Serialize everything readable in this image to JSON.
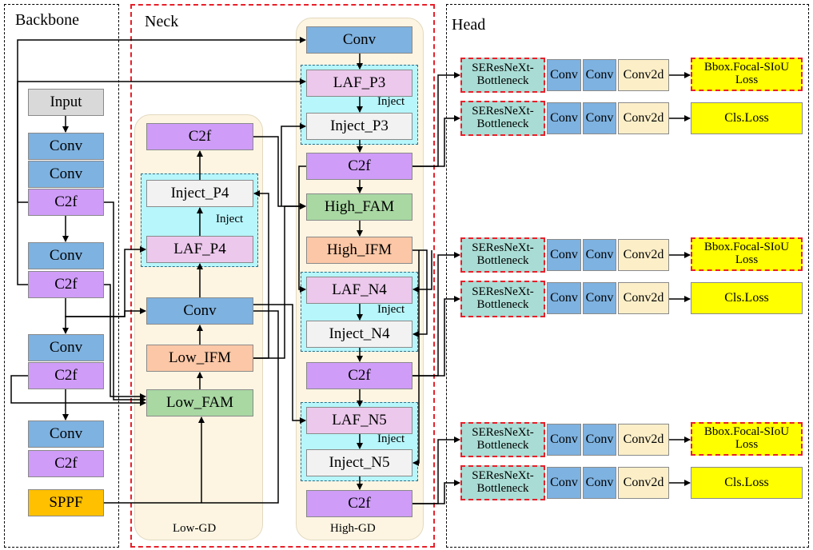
{
  "sections": {
    "backbone": "Backbone",
    "neck": "Neck",
    "head": "Head"
  },
  "panels": {
    "low_gd": "Low-GD",
    "high_gd": "High-GD"
  },
  "inject_tag": "Inject",
  "colors": {
    "gray": "#d9d9d9",
    "blue": "#7eb2e0",
    "purple": "#cf9cf8",
    "orange": "#ffc000",
    "green": "#a9d8a3",
    "salmon": "#fbc7a6",
    "pink": "#ecc8ec",
    "light": "#f2f2f2",
    "teal": "#a9dcd4",
    "cream": "#fcefc8",
    "yellow": "#ffff00",
    "red_dash": "#e8202a",
    "panel": "#fdf5e2",
    "inject_bg": "#b7f6fb"
  },
  "backbone": {
    "input": "Input",
    "conv": "Conv",
    "c2f": "C2f",
    "sppf": "SPPF"
  },
  "low": {
    "c2f": "C2f",
    "inject_p4": "Inject_P4",
    "laf_p4": "LAF_P4",
    "conv": "Conv",
    "low_ifm": "Low_IFM",
    "low_fam": "Low_FAM"
  },
  "high": {
    "conv": "Conv",
    "laf_p3": "LAF_P3",
    "inject_p3": "Inject_P3",
    "c2f": "C2f",
    "high_fam": "High_FAM",
    "high_ifm": "High_IFM",
    "laf_n4": "LAF_N4",
    "inject_n4": "Inject_N4",
    "laf_n5": "LAF_N5",
    "inject_n5": "Inject_N5"
  },
  "head": {
    "se_line1": "SEResNeXt-",
    "se_line2": "Bottleneck",
    "conv": "Conv",
    "conv2d": "Conv2d",
    "bbox_line1": "Bbox.Focal-SIoU",
    "bbox_line2": "Loss",
    "cls": "Cls.Loss"
  }
}
